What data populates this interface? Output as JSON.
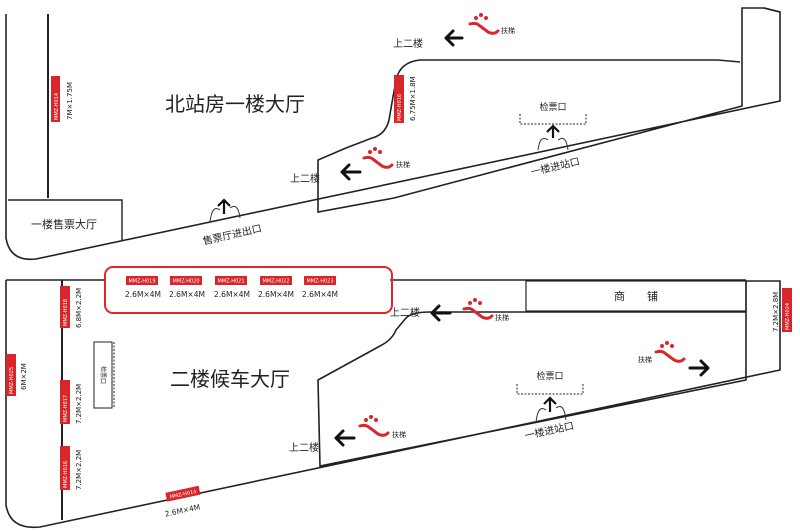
{
  "floor1": {
    "title": "北站房一楼大厅",
    "ticket_hall": "一楼售票大厅",
    "exit_label": "售票厅进出口",
    "up_labels": [
      "上二楼",
      "上二楼"
    ],
    "checkpoint_label": "检票口",
    "entrance_label": "一楼进站口",
    "escalator_label": "扶梯",
    "tags": [
      {
        "code": "MMZ-H014",
        "size": "7M×1.75M"
      },
      {
        "code": "MMZ-H016",
        "size": "6.75M×1.8M"
      }
    ]
  },
  "floor2": {
    "title": "二楼候车大厅",
    "shop_label": "商　　铺",
    "up_labels": [
      "上二楼",
      "上二楼"
    ],
    "checkpoint_label": "检票口",
    "gate_label": "检票口",
    "entrance_label": "一楼进站口",
    "escalator_label": "扶梯",
    "top_tags": [
      {
        "code": "MMZ-H019",
        "size": "2.6M×4M"
      },
      {
        "code": "MMZ-H020",
        "size": "2.6M×4M"
      },
      {
        "code": "MMZ-H021",
        "size": "2.6M×4M"
      },
      {
        "code": "MMZ-H022",
        "size": "2.6M×4M"
      },
      {
        "code": "MMZ-H023",
        "size": "2.6M×4M"
      }
    ],
    "side_tags": [
      {
        "code": "MMZ-H025",
        "size": "6M×2M"
      },
      {
        "code": "MMZ-H018",
        "size": "6.8M×2.2M"
      },
      {
        "code": "MMZ-H017",
        "size": "7.2M×2.2M"
      },
      {
        "code": "MMZ-H016",
        "size": "7.2M×2.2M"
      },
      {
        "code": "MMZ-H024",
        "size": "7.2M×2.8M"
      }
    ],
    "bottom_tag": {
      "code": "MMZ-H014",
      "size": "2.6M×4M"
    }
  },
  "colors": {
    "accent": "#d9262b",
    "highlight": "#e0262b",
    "line": "#222222"
  }
}
